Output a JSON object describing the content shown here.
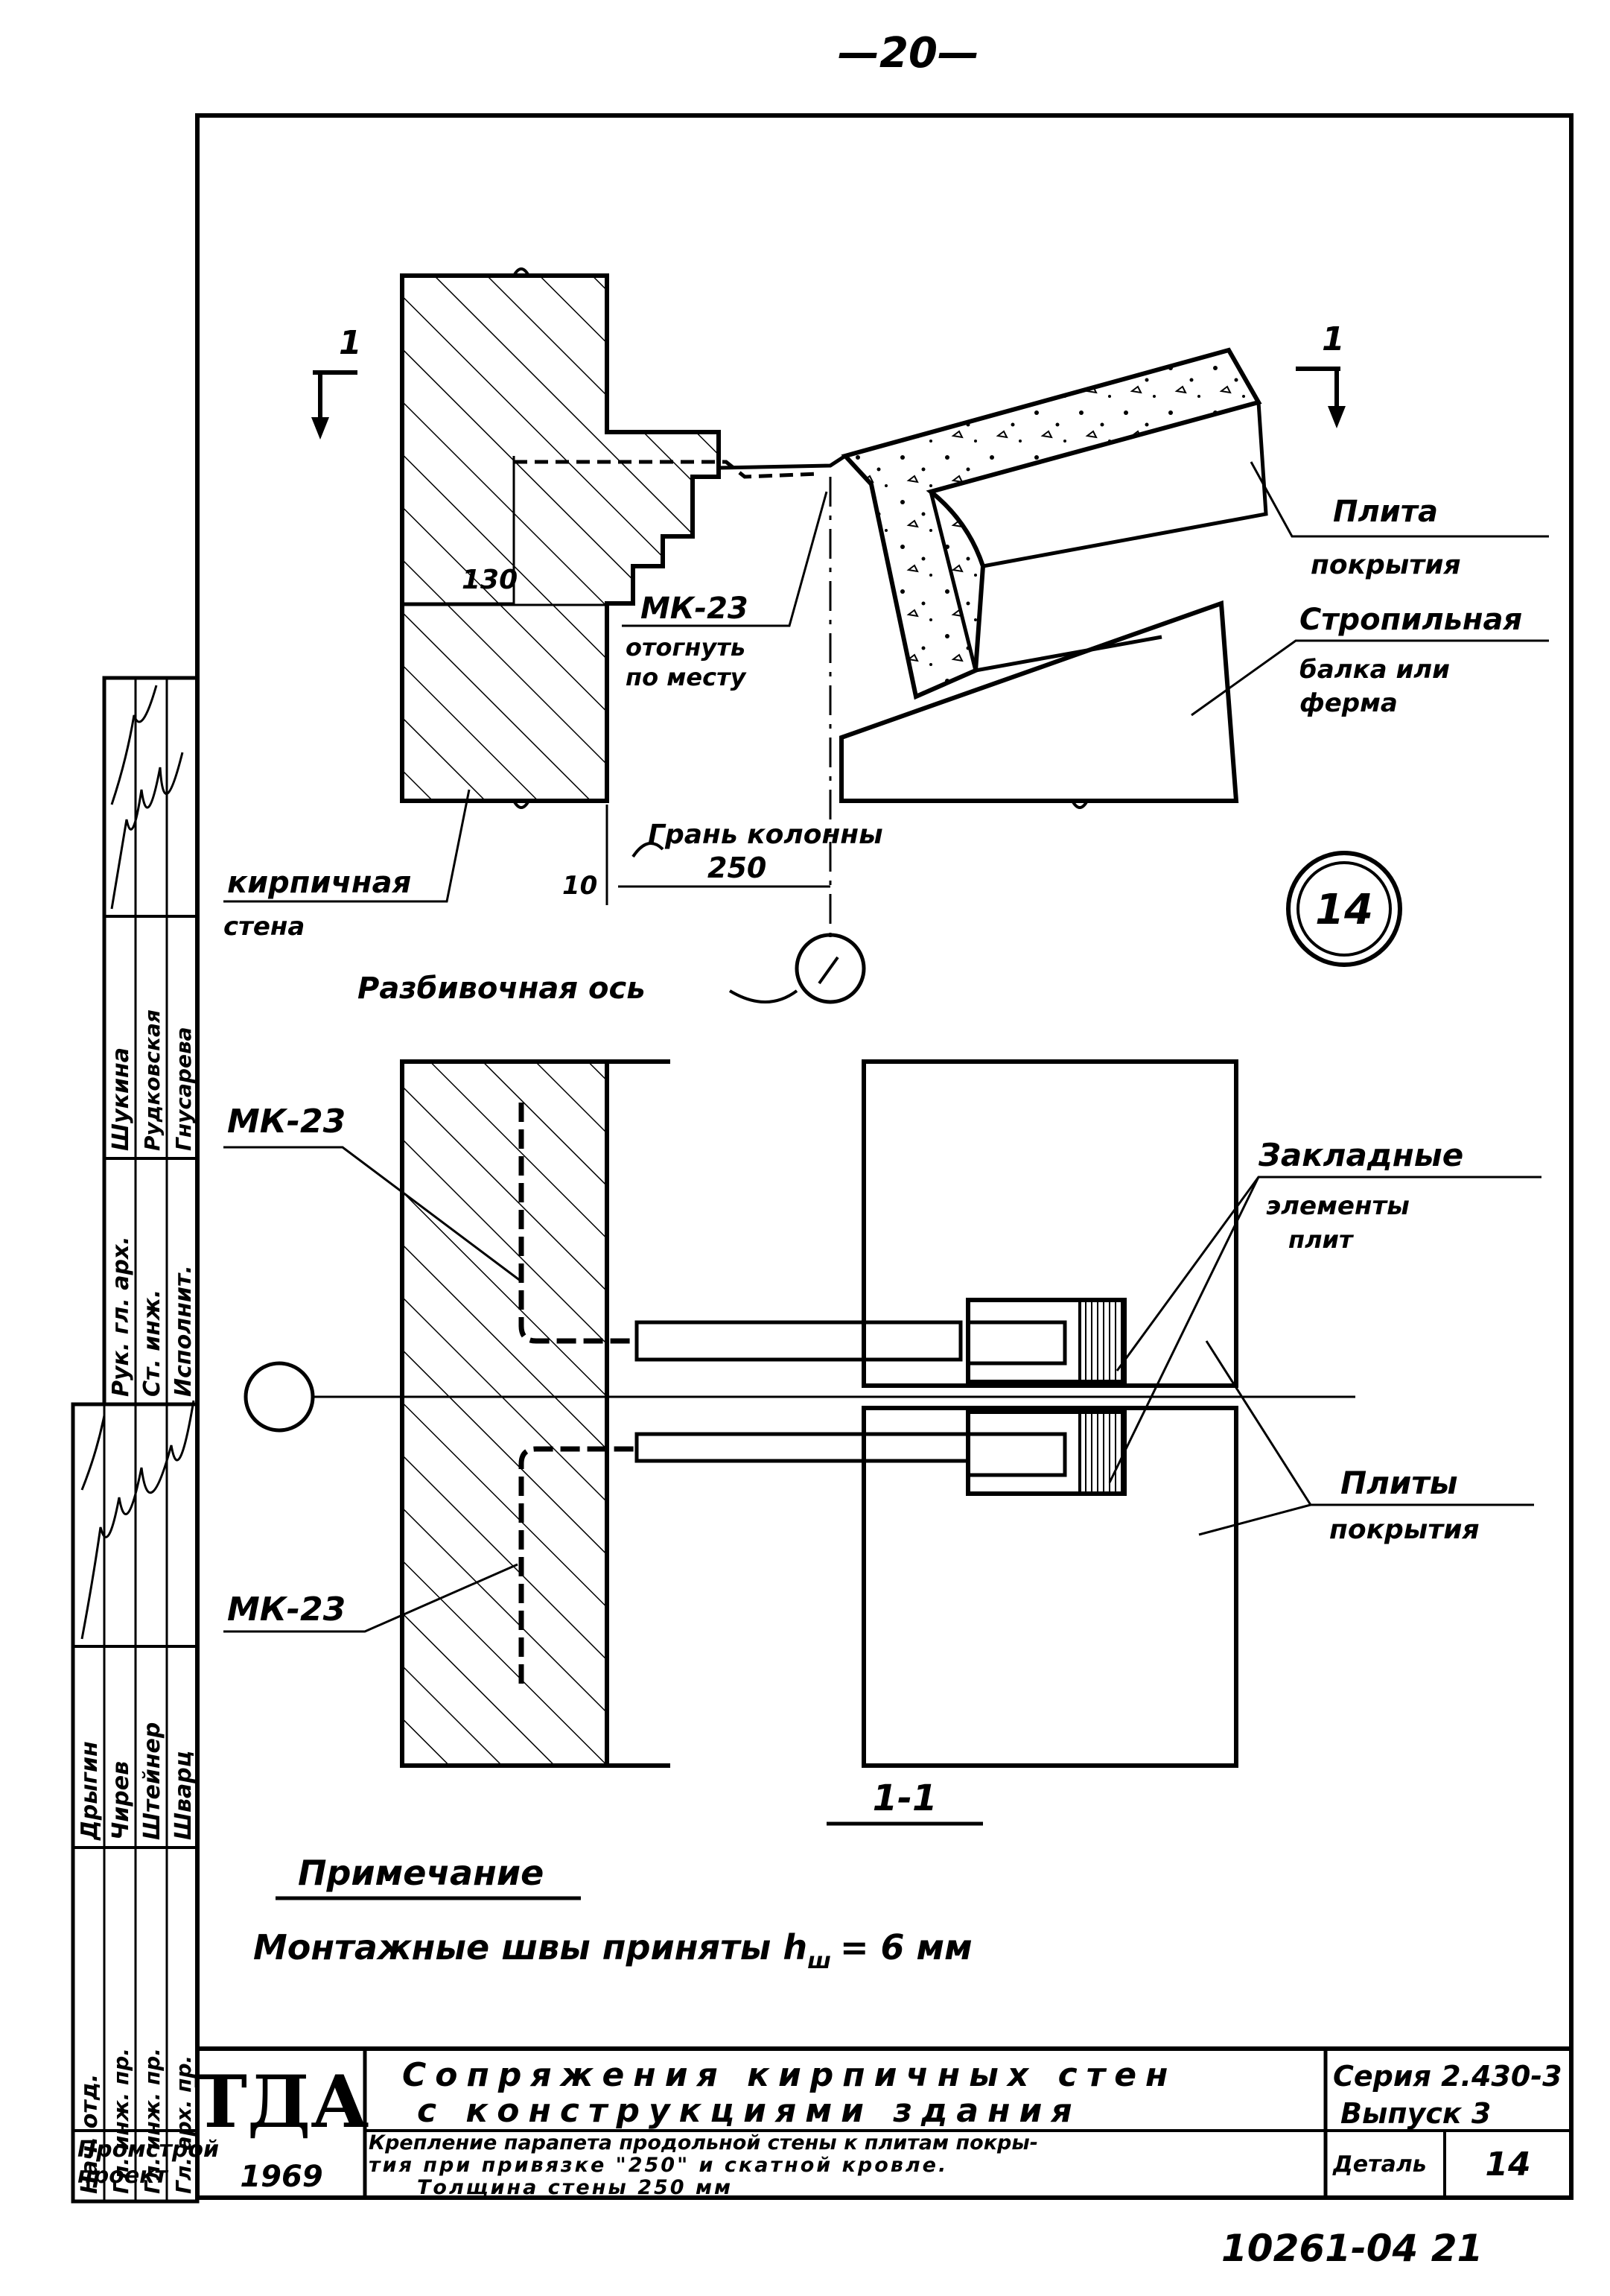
{
  "page_number": "—20—",
  "section_mark": "1",
  "labels": {
    "slab": [
      "Плита",
      "покрытия"
    ],
    "rafter": [
      "Стропильная",
      "балка или",
      "ферма"
    ],
    "brick_wall": [
      "кирпичная",
      "стена"
    ],
    "mk23_top": "МК-23",
    "bend_note": [
      "отогнуть",
      "по месту"
    ],
    "column_face": "Грань колонны",
    "dim_130": "130",
    "dim_250": "250",
    "dim_10": "10",
    "layout_axis": "Разбивочная ось",
    "detail_number": "14",
    "mk23_plan_top": "МК-23",
    "mk23_plan_bottom": "МК-23",
    "embedded": [
      "Закладные",
      "элементы",
      "плит"
    ],
    "plates": [
      "Плиты",
      "покрытия"
    ],
    "section_title": "1-1"
  },
  "note": {
    "title": "Примечание",
    "text": "Монтажные швы приняты h",
    "subscript": "ш",
    "value": "= 6 мм"
  },
  "side_stamp": {
    "top_block": {
      "roles": [
        "Рук. гл. арх.",
        "Ст. инж.",
        "Исполнит."
      ],
      "names": [
        "Шукина",
        "Рудковская",
        "Гнусарева"
      ]
    },
    "bottom_block": {
      "roles": [
        "Нач. отд.",
        "Гл. инж. пр.",
        "Гл. инж. пр.",
        "Гл. арх. пр."
      ],
      "names": [
        "Дрыгин",
        "Чирев",
        "Штейнер",
        "Шварц"
      ]
    }
  },
  "title_block": {
    "org": [
      "Промстрой",
      "проект"
    ],
    "logo": "ТДА",
    "year": "1969",
    "title_line1": "Сопряжения кирпичных стен",
    "title_line2": "с конструкциями здания",
    "desc_line1": "Крепление парапета продольной стены к плитам покры-",
    "desc_line2": "тия при привязке \"250\" и скатной кровле.",
    "desc_line3": "Толщина стены 250 мм",
    "series": "Серия 2.430-3",
    "issue": "Выпуск 3",
    "detail_label": "Деталь",
    "detail_value": "14"
  },
  "drawing_code": "10261-04 21"
}
